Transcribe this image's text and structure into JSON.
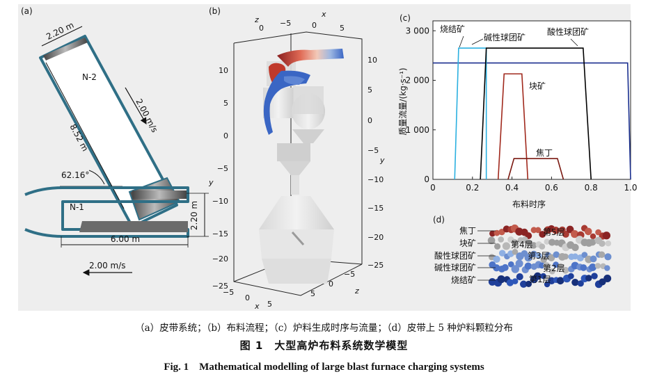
{
  "panel_a": {
    "label": "(a)",
    "dim_top_width": "2.20 m",
    "n2": "N-2",
    "speed_incline": "2.00 m/s",
    "length": "8.52 m",
    "angle": "62.16°",
    "n1": "N-1",
    "dim_right_height": "2.20 m",
    "dim_bottom_length": "6.00 m",
    "speed_bottom": "2.00 m/s"
  },
  "panel_b": {
    "label": "(b)",
    "z_top": "z",
    "x_top": "x",
    "top_ticks": [
      "0",
      "−5",
      "0",
      "5"
    ],
    "y_left_ticks": [
      "10",
      "5",
      "0",
      "−5",
      "−10",
      "−15",
      "−20",
      "−25"
    ],
    "y_right_ticks": [
      "10",
      "5",
      "0",
      "−5",
      "−10",
      "−15",
      "−20",
      "−25"
    ],
    "y_left_label": "y",
    "y_right_label": "y",
    "bottom_x_ticks": [
      "−5",
      "0",
      "5"
    ],
    "bottom_x_label": "x",
    "bottom_z_ticks": [
      "5",
      "0",
      "−5"
    ],
    "bottom_z_label": "z"
  },
  "panel_c": {
    "label": "(c)",
    "legend": {
      "sinter": "烧结矿",
      "alkaline_pellet": "碱性球团矿",
      "acid_pellet": "酸性球团矿",
      "lump": "块矿",
      "coke": "焦丁"
    },
    "colors": {
      "sinter": "#2bb0e0",
      "alkaline_pellet": "#000000",
      "acid_pellet": "#1a2f8f",
      "lump": "#a0281c",
      "coke": "#7a1810"
    }
  },
  "panel_d": {
    "label": "(d)",
    "left_labels": [
      "焦丁",
      "块矿",
      "酸性球团矿",
      "碱性球团矿",
      "烧结矿"
    ],
    "layer_labels": [
      "第5层",
      "第4层",
      "第3层",
      "第2层",
      "第1层"
    ]
  },
  "chart_data": {
    "type": "line",
    "xlabel": "布料时序",
    "ylabel": "质量流量/(kg·s⁻¹)",
    "xlim": [
      0,
      1.0
    ],
    "ylim": [
      0,
      3200
    ],
    "x_ticks": [
      "0",
      "0.2",
      "0.4",
      "0.6",
      "0.8",
      "1.0"
    ],
    "y_ticks": [
      "0",
      "1 000",
      "2 000",
      "3 000"
    ],
    "series": [
      {
        "name": "酸性球团矿",
        "color": "#1a2f8f",
        "x": [
          0,
          0.02,
          0.985,
          1.0
        ],
        "y": [
          2350,
          2350,
          2350,
          0
        ]
      },
      {
        "name": "烧结矿",
        "color": "#2bb0e0",
        "x": [
          0.11,
          0.13,
          0.27,
          0.27
        ],
        "y": [
          0,
          2650,
          2650,
          0
        ]
      },
      {
        "name": "碱性球团矿",
        "color": "#000000",
        "x": [
          0.24,
          0.27,
          0.76,
          0.8
        ],
        "y": [
          0,
          2650,
          2650,
          0
        ]
      },
      {
        "name": "块矿",
        "color": "#a0281c",
        "x": [
          0.33,
          0.36,
          0.45,
          0.48
        ],
        "y": [
          0,
          2130,
          2130,
          0
        ]
      },
      {
        "name": "焦丁",
        "color": "#7a1810",
        "x": [
          0.38,
          0.41,
          0.63,
          0.66
        ],
        "y": [
          0,
          420,
          420,
          0
        ]
      }
    ]
  },
  "captions": {
    "sub": "（a）皮带系统；（b）布料流程；（c）炉料生成时序与流量；（d）皮带上 5 种炉料颗粒分布",
    "title_cn": "图 1　大型高炉布料系统数学模型",
    "title_en": "Fig. 1　Mathematical modelling of large blast furnace charging systems"
  }
}
